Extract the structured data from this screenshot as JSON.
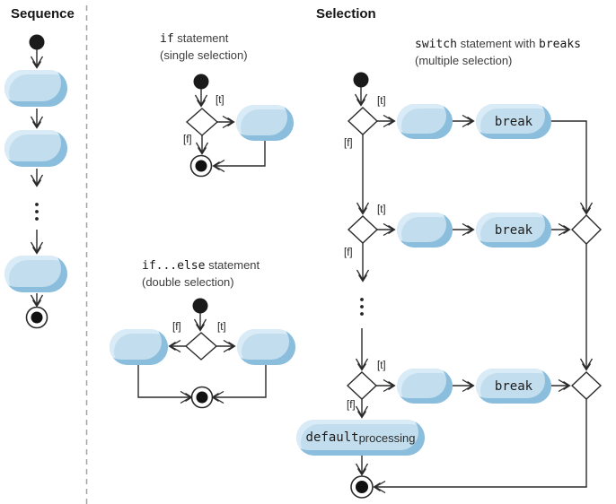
{
  "headers": {
    "sequence": "Sequence",
    "selection": "Selection"
  },
  "branch_labels": {
    "true": "[t]",
    "false": "[f]"
  },
  "if_diagram": {
    "caption_code": "if",
    "caption_text": " statement",
    "subcaption": "(single selection)"
  },
  "if_else_diagram": {
    "caption_code": "if...else",
    "caption_text": " statement",
    "subcaption": "(double selection)"
  },
  "switch_diagram": {
    "caption_code_1": "switch",
    "caption_text_1": " statement with ",
    "caption_code_2": "breaks",
    "subcaption": "(multiple selection)",
    "break_label": "break",
    "default_code": "default",
    "default_text": " processing"
  },
  "colors": {
    "pill-fill": "#c2deee",
    "pill-shadow": "#8bbedd",
    "pill-highlight": "#d9ebf6",
    "line": "#2b2b2b",
    "divider": "#a3a3a3",
    "text-primary": "#161616",
    "text-secondary": "#3d3d3d"
  }
}
